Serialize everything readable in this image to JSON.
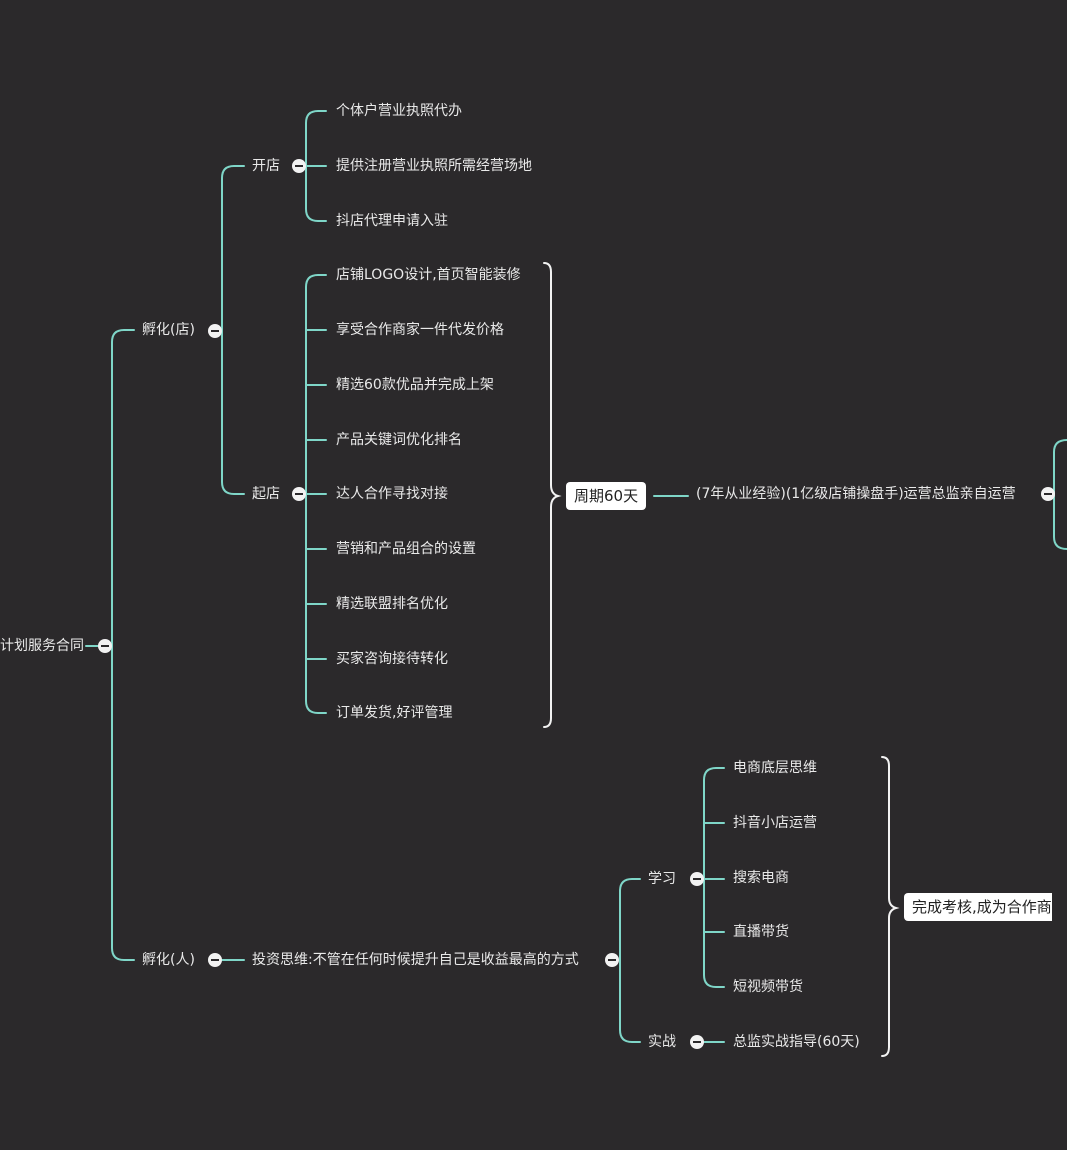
{
  "root": {
    "label": "计划服务合同"
  },
  "incubate_store": {
    "label": "孵化(店)",
    "open": {
      "label": "开店",
      "items": [
        "个体户营业执照代办",
        "提供注册营业执照所需经营场地",
        "抖店代理申请入驻"
      ]
    },
    "start": {
      "label": "起店",
      "items": [
        "店铺LOGO设计,首页智能装修",
        "享受合作商家一件代发价格",
        "精选60款优品并完成上架",
        "产品关键词优化排名",
        "达人合作寻找对接",
        "营销和产品组合的设置",
        "精选联盟排名优化",
        "买家咨询接待转化",
        "订单发货,好评管理"
      ]
    },
    "cycle": {
      "label": "周期60天"
    },
    "director": {
      "label": "(7年从业经验)(1亿级店铺操盘手)运营总监亲自运营"
    }
  },
  "incubate_person": {
    "label": "孵化(人)",
    "mindset": {
      "label": "投资思维:不管在任何时候提升自己是收益最高的方式"
    },
    "study": {
      "label": "学习",
      "items": [
        "电商底层思维",
        "抖音小店运营",
        "搜索电商",
        "直播带货",
        "短视频带货"
      ]
    },
    "practice": {
      "label": "实战",
      "item": "总监实战指导(60天)"
    },
    "result": {
      "label": "完成考核,成为合作商"
    }
  },
  "colors": {
    "background": "#2b292b",
    "line": "#7fd6c8",
    "text": "#e9e9e9",
    "box": "#ffffff"
  }
}
